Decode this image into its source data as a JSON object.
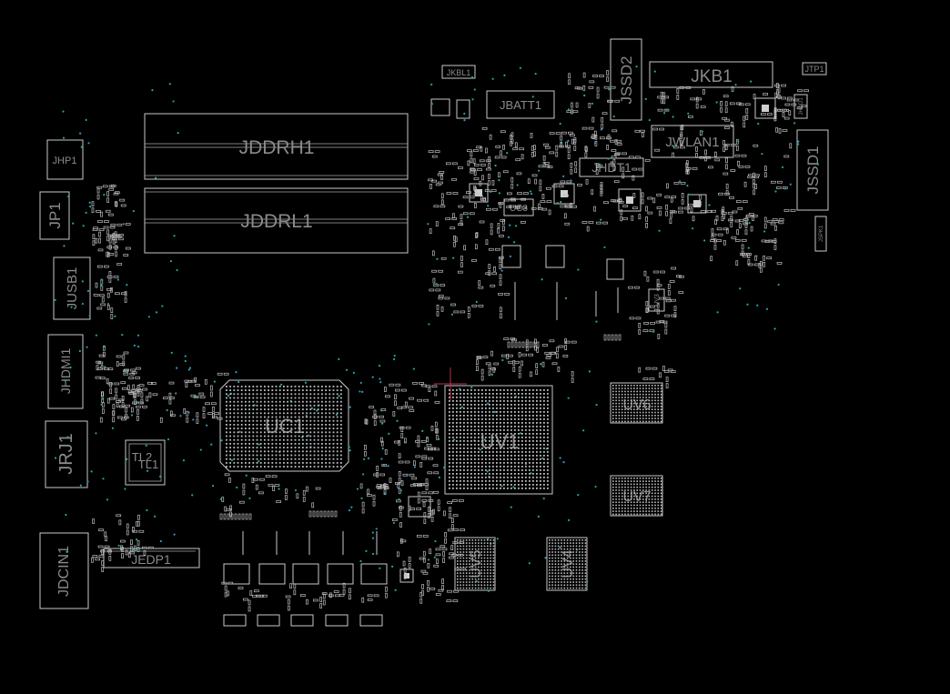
{
  "viewer": {
    "background": "#000000",
    "outline_color": "#c8c8c8",
    "label_color": "#8a8a8a",
    "via_color": "#2aa0b0",
    "cursor_color": "#c03050"
  },
  "components": {
    "JDDRH1": "JDDRH1",
    "JDDRL1": "JDDRL1",
    "JHP1": "JHP1",
    "JP1": "JP1",
    "JUSB1": "JUSB1",
    "JHDMI1": "JHDMI1",
    "JRJ1": "JRJ1",
    "TL1": "TL1",
    "TL2": "TL2",
    "JDCIN1": "JDCIN1",
    "JEDP1": "JEDP1",
    "UC1": "UC1",
    "UV1": "UV1",
    "UV5": "UV5",
    "UV4": "UV4",
    "UV6": "UV6",
    "UV7": "UV7",
    "UC3": "UC3",
    "UV3": "UV3",
    "JKBL1": "JKBL1",
    "JBATT1": "JBATT1",
    "JSSD2": "JSSD2",
    "JKB1": "JKB1",
    "JTP1": "JTP1",
    "JWLAN1": "JWLAN1",
    "JHDT1": "JHDT1",
    "JSSD1": "JSSD1",
    "JHDD1": "JHDD1",
    "JSPK1": "JSPK1"
  }
}
